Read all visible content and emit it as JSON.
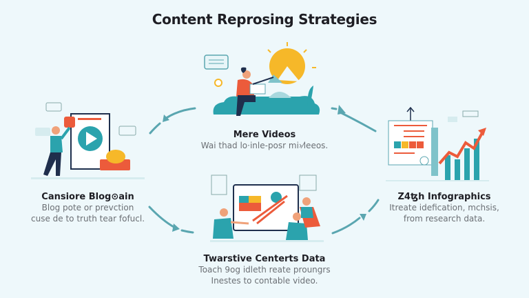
{
  "title": "Content Reprosing Strategies",
  "colors": {
    "background": "#eef8fb",
    "teal": "#2ba3ad",
    "orange": "#ec5b3b",
    "yellow": "#f6b829",
    "navy": "#1f2f4d",
    "arrow": "#5aa6b0"
  },
  "nodes": [
    {
      "id": "top",
      "heading": "Mere Videos",
      "lines": [
        "Wai thad lo·inle-posr mi›⁄leeos."
      ]
    },
    {
      "id": "left",
      "heading": "Cansiore Blog⊙ain",
      "lines": [
        "Blog pote or prevction",
        "cuse de to truth tear fofucl."
      ]
    },
    {
      "id": "right",
      "heading": "Z4ꜩh Infographics",
      "lines": [
        "Itreate idefication, mchsis,",
        "from research data."
      ]
    },
    {
      "id": "bottom",
      "heading": "Twarstive Centerts Data",
      "lines": [
        "Toach 9og idleth reate proungrs",
        "Inestes to contable video."
      ]
    }
  ],
  "arrows": [
    {
      "from": "top",
      "to": "left",
      "direction": "counter-clockwise"
    },
    {
      "from": "right",
      "to": "top",
      "direction": "counter-clockwise"
    },
    {
      "from": "left",
      "to": "bottom",
      "direction": "counter-clockwise"
    },
    {
      "from": "bottom",
      "to": "right",
      "direction": "counter-clockwise"
    }
  ]
}
